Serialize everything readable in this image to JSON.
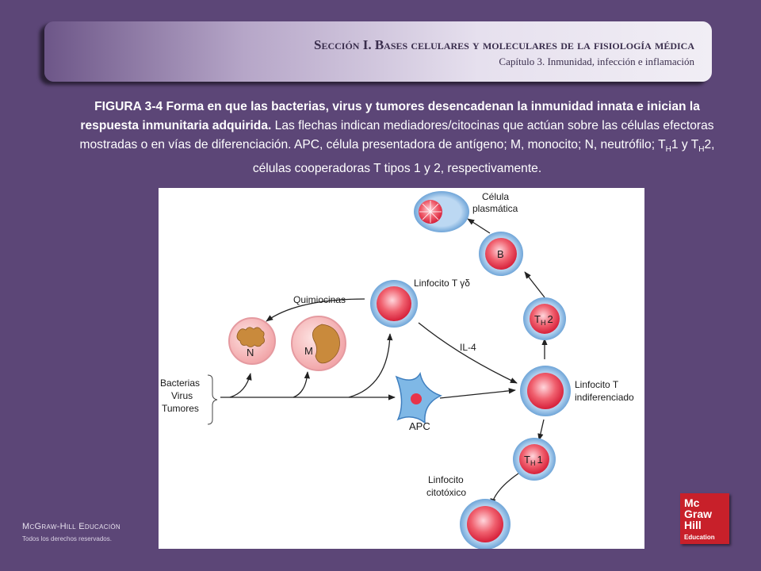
{
  "header": {
    "section": "Sección I.  Bases celulares y moleculares de la fisiología médica",
    "chapter": "Capítulo 3.  Inmunidad, infección e inflamación"
  },
  "caption": {
    "bold": "FIGURA 3-4 Forma en que las bacterias, virus y tumores desencadenan la inmunidad innata e inician la respuesta inmunitaria adquirida.",
    "rest_1": " Las flechas indican mediadores/citocinas que actúan sobre las células efectoras mostradas o en vías de diferenciación. APC, célula presentadora de antígeno; M, monocito; N, neutrófilo; T",
    "sub_h1": "H",
    "rest_2": "1 y T",
    "sub_h2": "H",
    "rest_3": "2, células cooperadoras T tipos 1 y 2, respectivamente."
  },
  "diagram": {
    "triggers": [
      "Bacterias",
      "Virus",
      "Tumores"
    ],
    "labels": {
      "quimiocinas": "Quimiocinas",
      "neutrofilo": "N",
      "monocito": "M",
      "apc": "APC",
      "gamma_delta": "Linfocito T γδ",
      "il4": "IL-4",
      "undiff_1": "Linfocito T",
      "undiff_2": "indiferenciado",
      "th2_main": "T",
      "th2_sub": "H",
      "th2_num": "2",
      "th1_main": "T",
      "th1_sub": "H",
      "th1_num": "1",
      "b_cell": "B",
      "plasma_1": "Célula",
      "plasma_2": "plasmática",
      "cyto_1": "Linfocito",
      "cyto_2": "citotóxico"
    }
  },
  "footer": {
    "publisher": "McGraw-Hill Educación",
    "rights": "Todos los derechos reservados."
  },
  "logo": {
    "line1": "Mc",
    "line2": "Graw",
    "line3": "Hill",
    "line4": "Education"
  },
  "colors": {
    "background": "#5c4677",
    "cell_outer": "#7fb2e2",
    "cell_inner": "#e8344a",
    "innate_cell": "#f5b8ba",
    "monocyte_nucleus": "#c98a3c",
    "logo": "#c8202a"
  }
}
